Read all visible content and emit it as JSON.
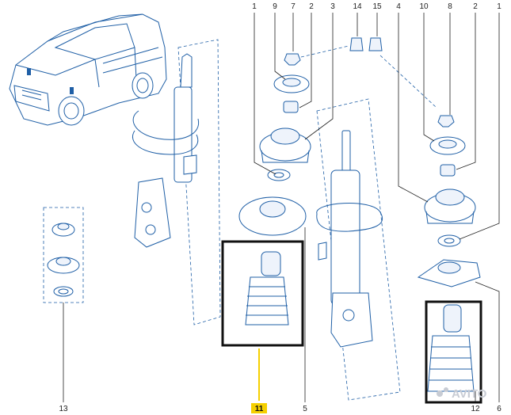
{
  "callouts": {
    "n1a": "1",
    "n9": "9",
    "n7": "7",
    "n2a": "2",
    "n3": "3",
    "n14": "14",
    "n15": "15",
    "n4": "4",
    "n10": "10",
    "n8": "8",
    "n2b": "2",
    "n1b": "1",
    "n13": "13",
    "n11": "11",
    "n5": "5",
    "n12": "12",
    "n6": "6"
  },
  "watermark": "AVITO",
  "colors": {
    "line": "#1f5fa6",
    "highlight_box": "#111111",
    "callout_highlight": "#f5d000",
    "watermark": "#c8ccd4"
  }
}
